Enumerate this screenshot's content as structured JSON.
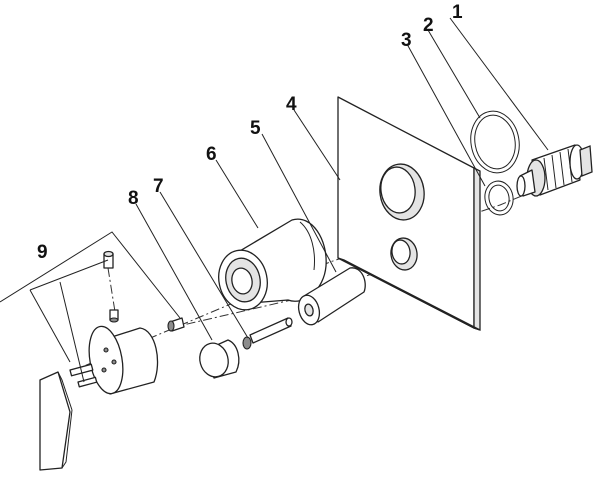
{
  "labels": {
    "p1": "1",
    "p2": "2",
    "p3": "3",
    "p4": "4",
    "p5": "5",
    "p6": "6",
    "p7": "7",
    "p8": "8",
    "p9": "9"
  }
}
